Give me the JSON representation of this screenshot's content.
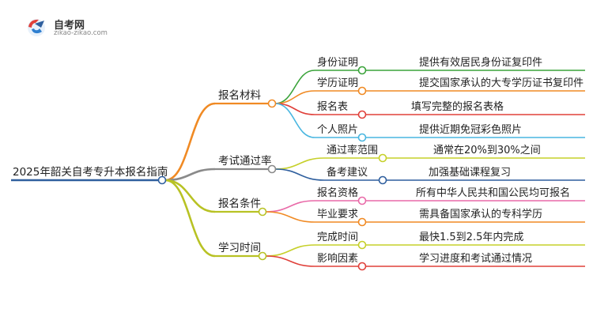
{
  "logo": {
    "icon": "cap-logo-icon",
    "title": "自考网",
    "url": "zikao-zikao.com"
  },
  "colors": {
    "root": "#2f5f9e",
    "b1": "#f08a24",
    "b2": "#8a8a8a",
    "b3": "#b8c224",
    "b4": "#b8c224",
    "c_green": "#3aa33a",
    "c_orange": "#f08a24",
    "c_red": "#e0403a",
    "c_blue": "#49b6e0",
    "c_yellow": "#c6d02a",
    "c_navy": "#2f5f9e",
    "c_pink": "#e96aa8",
    "c_gray": "#8a8a8a"
  },
  "root": {
    "label": "2025年韶关自考专升本报名指南"
  },
  "branches": [
    {
      "label": "报名材料",
      "children": [
        {
          "label": "身份证明",
          "detail": "提供有效居民身份证复印件"
        },
        {
          "label": "学历证明",
          "detail": "提交国家承认的大专学历证书复印件"
        },
        {
          "label": "报名表",
          "detail": "填写完整的报名表格"
        },
        {
          "label": "个人照片",
          "detail": "提供近期免冠彩色照片"
        }
      ]
    },
    {
      "label": "考试通过率",
      "children": [
        {
          "label": "通过率范围",
          "detail": "通常在20%到30%之间"
        },
        {
          "label": "备考建议",
          "detail": "加强基础课程复习"
        }
      ]
    },
    {
      "label": "报名条件",
      "children": [
        {
          "label": "报名资格",
          "detail": "所有中华人民共和国公民均可报名"
        },
        {
          "label": "毕业要求",
          "detail": "需具备国家承认的专科学历"
        }
      ]
    },
    {
      "label": "学习时间",
      "children": [
        {
          "label": "完成时间",
          "detail": "最快1.5到2.5年内完成"
        },
        {
          "label": "影响因素",
          "detail": "学习进度和考试通过情况"
        }
      ]
    }
  ]
}
